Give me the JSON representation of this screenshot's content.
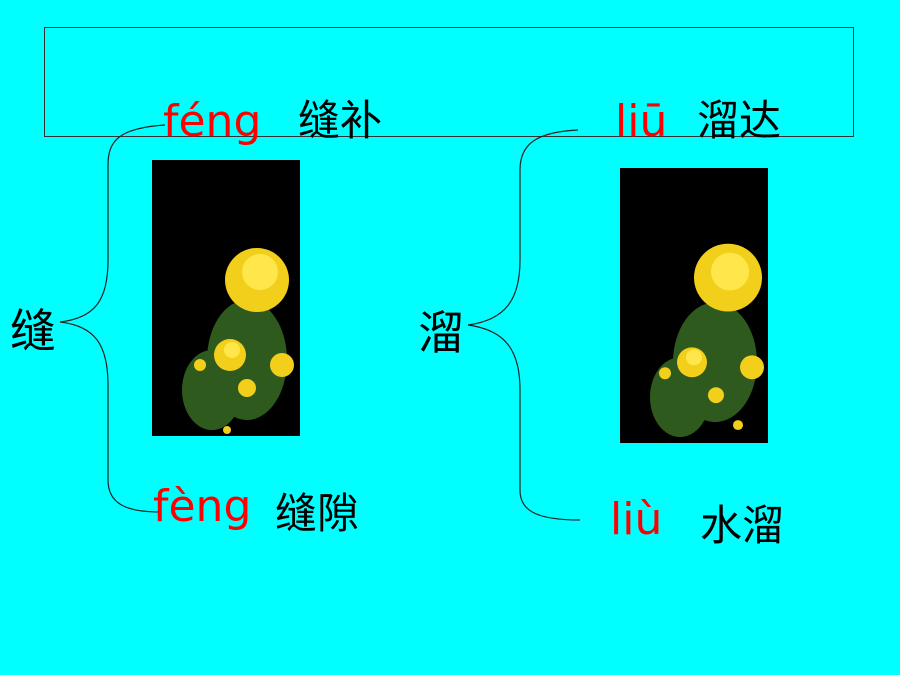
{
  "left_group": {
    "char": "缝",
    "top": {
      "pinyin": "féng",
      "word": "缝补"
    },
    "bottom": {
      "pinyin": "fèng",
      "word": "缝隙"
    },
    "image_icon": "chrysanthemum-photo"
  },
  "right_group": {
    "char": "溜",
    "top": {
      "pinyin": "liū",
      "word": "溜达"
    },
    "bottom": {
      "pinyin": "liù",
      "word": "水溜"
    },
    "image_icon": "chrysanthemum-photo"
  },
  "colors": {
    "background": "#00ffff",
    "pinyin": "#ff0000",
    "text": "#000000",
    "flower": "#f5d400"
  }
}
